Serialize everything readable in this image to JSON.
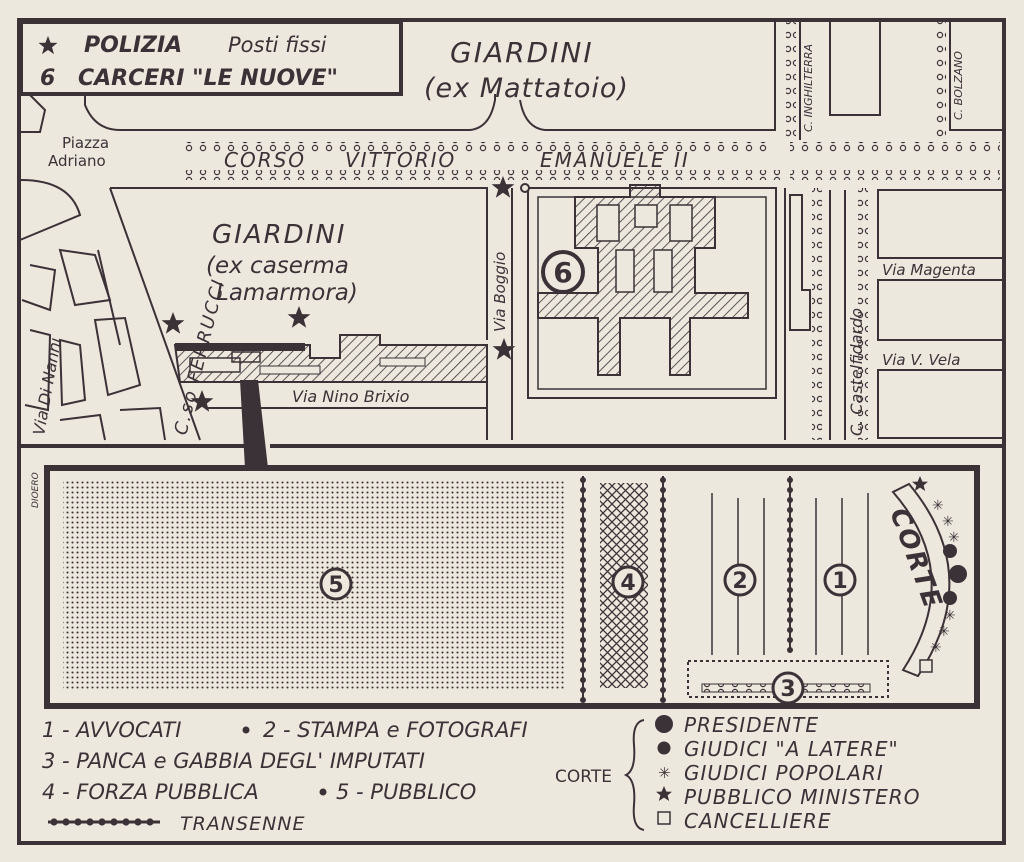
{
  "legend_top": {
    "star_label": "POLIZIA",
    "star_sub": "Posti fissi",
    "num6": "6",
    "prison_label": "CARCERI \"LE NUOVE\""
  },
  "labels": {
    "giardini_top": "GIARDINI",
    "giardini_top_sub": "(ex Mattatoio)",
    "piazza_1": "Piazza",
    "piazza_2": "Adriano",
    "corso_1": "CORSO",
    "corso_2": "VITTORIO",
    "corso_3": "EMANUELE II",
    "giardini_mid": "GIARDINI",
    "giardini_mid_sub1": "(ex caserma",
    "giardini_mid_sub2": "Lamarmora)",
    "via_boggio": "Via Boggio",
    "via_nino_brixio": "Via Nino Brixio",
    "cso_ferrucci": "C.so FERRUCCI",
    "via_di_nanni": "Via Di Nanni",
    "c_castelfidardo": "C. Castelfidardo",
    "via_magenta": "Via Magenta",
    "via_v_vela": "Via V. Vela",
    "c_inghilterra": "C. INGHILTERRA",
    "c_bolzano": "C. BOLZANO",
    "dioero": "DIOERO",
    "corte": "CORTE"
  },
  "zones": [
    "1",
    "2",
    "3",
    "4",
    "5"
  ],
  "legend_bottom": {
    "line1_a": "1 - AVVOCATI",
    "line1_b": "2 - STAMPA e FOTOGRAFI",
    "line2": "3 - PANCA e GABBIA DEGL' IMPUTATI",
    "line3_a": "4 - FORZA PUBBLICA",
    "line3_b": "5 - PUBBLICO",
    "transenne": "TRANSENNE",
    "corte_label": "CORTE",
    "presidente": "PRESIDENTE",
    "giudici_latere": "GIUDICI \"A LATERE\"",
    "giudici_popolari": "GIUDICI POPOLARI",
    "pubblico_ministero": "PUBBLICO MINISTERO",
    "cancelliere": "CANCELLIERE"
  },
  "colors": {
    "ink": "#3a3236",
    "paper": "#ece8de"
  }
}
